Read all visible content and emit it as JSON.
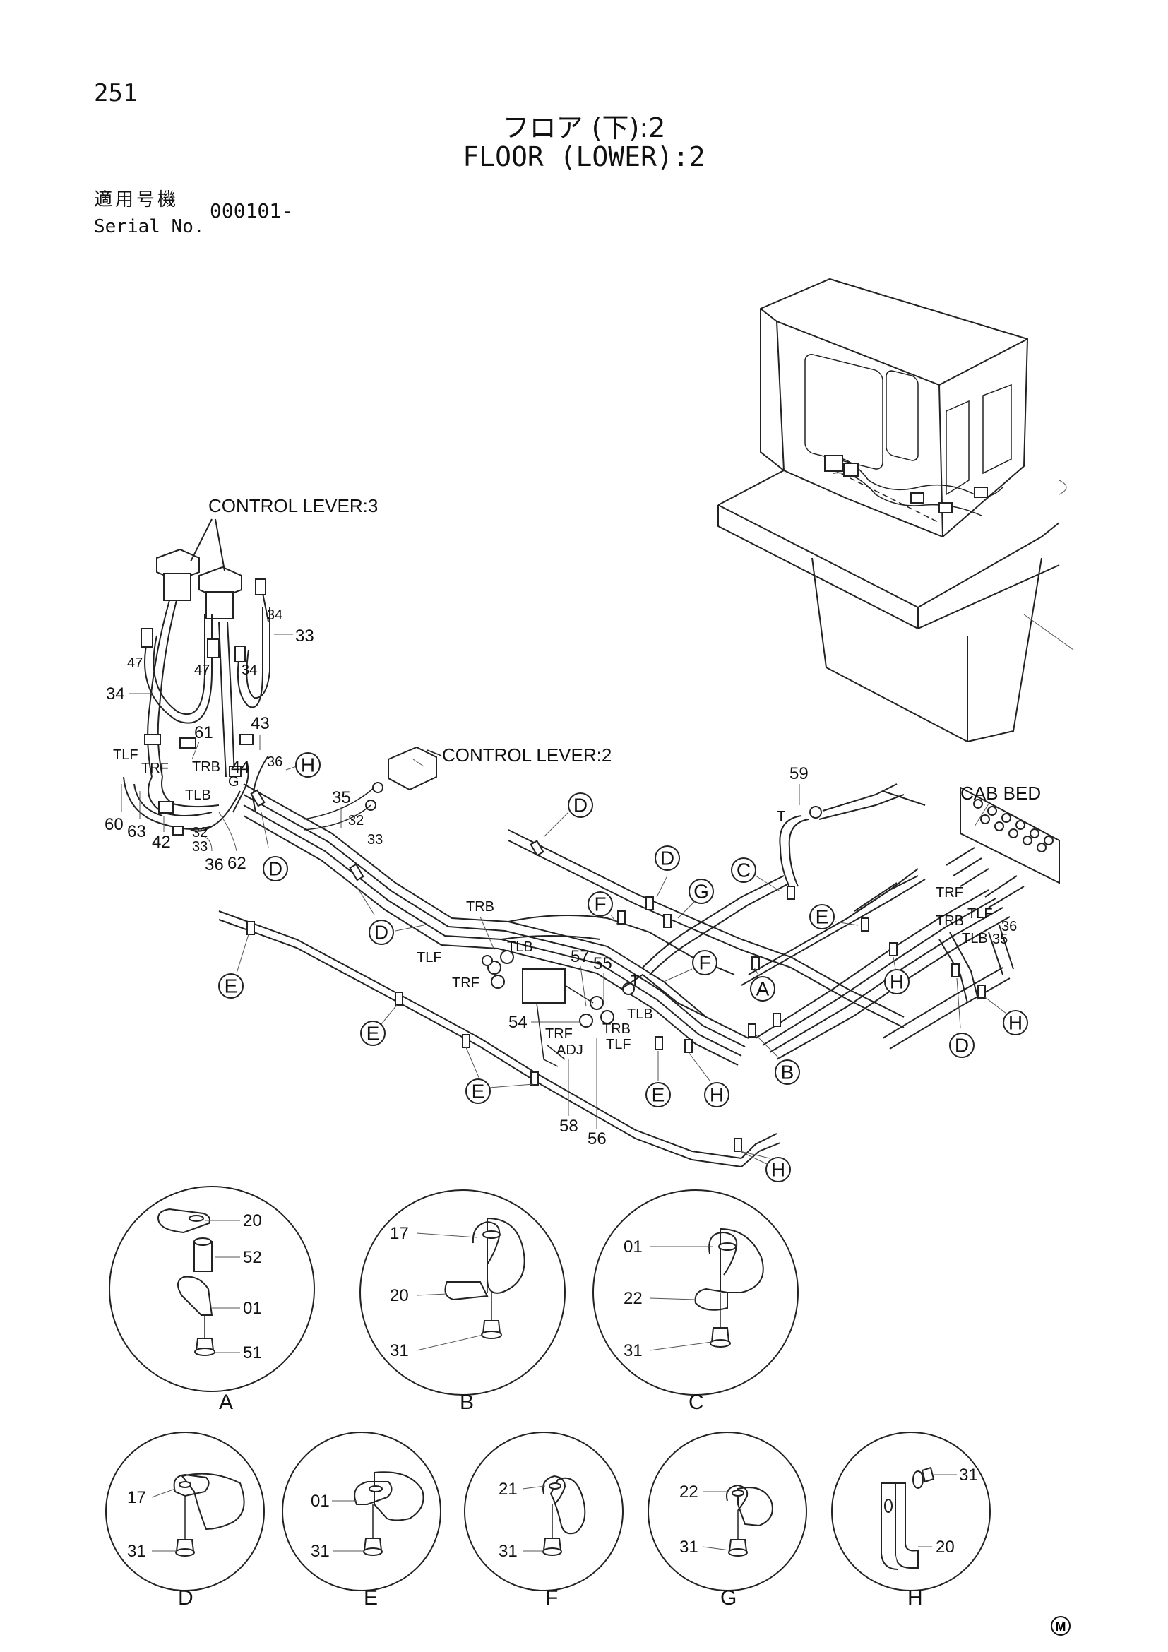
{
  "header": {
    "page_number": "251",
    "title_jp": "フロア (下):2",
    "title_en": "FLOOR (LOWER):2",
    "serial_label_jp": "適用号機",
    "serial_label_en": "Serial No.",
    "serial_value": "000101-"
  },
  "callouts": {
    "control_lever_3": "CONTROL LEVER:3",
    "control_lever_2": "CONTROL LEVER:2",
    "cab_bed": "CAB BED"
  },
  "part_numbers": {
    "p33a": "33",
    "p34a": "34",
    "p34b": "34",
    "p34c": "34",
    "p47a": "47",
    "p47b": "47",
    "p43": "43",
    "p61": "61",
    "p44": "44",
    "p36a": "36",
    "p35": "35",
    "p32a": "32",
    "p33b": "33",
    "p60": "60",
    "p63": "63",
    "p42": "42",
    "p32b": "32",
    "p33c": "33",
    "p36b": "36",
    "p62": "62",
    "p59": "59",
    "p57": "57",
    "p55": "55",
    "p54": "54",
    "p58": "58",
    "p56": "56",
    "p36c": "36",
    "p35b": "35",
    "t_a": "T",
    "t_b": "T"
  },
  "port_labels": {
    "tlf1": "TLF",
    "trf1": "TRF",
    "trb1": "TRB",
    "tlb1": "TLB",
    "g1": "G",
    "trb2": "TRB",
    "tlb2": "TLB",
    "tlf2": "TLF",
    "trf2": "TRF",
    "trb3": "TRB",
    "tlb3": "TLB",
    "trf3": "TRF",
    "tlf3": "TLF",
    "adj": "ADJ",
    "trf4": "TRF",
    "trb4": "TRB",
    "tlf4": "TLF",
    "tlb4": "TLB"
  },
  "clamp_markers": [
    "A",
    "B",
    "C",
    "D",
    "E",
    "F",
    "G",
    "H"
  ],
  "details": [
    {
      "id": "A",
      "parts": [
        "20",
        "52",
        "01",
        "51"
      ]
    },
    {
      "id": "B",
      "parts": [
        "17",
        "20",
        "31"
      ]
    },
    {
      "id": "C",
      "parts": [
        "01",
        "22",
        "31"
      ]
    },
    {
      "id": "D",
      "parts": [
        "17",
        "31"
      ]
    },
    {
      "id": "E",
      "parts": [
        "01",
        "31"
      ]
    },
    {
      "id": "F",
      "parts": [
        "21",
        "31"
      ]
    },
    {
      "id": "G",
      "parts": [
        "22",
        "31"
      ]
    },
    {
      "id": "H",
      "parts": [
        "31",
        "20"
      ]
    }
  ],
  "footer_mark": "M"
}
